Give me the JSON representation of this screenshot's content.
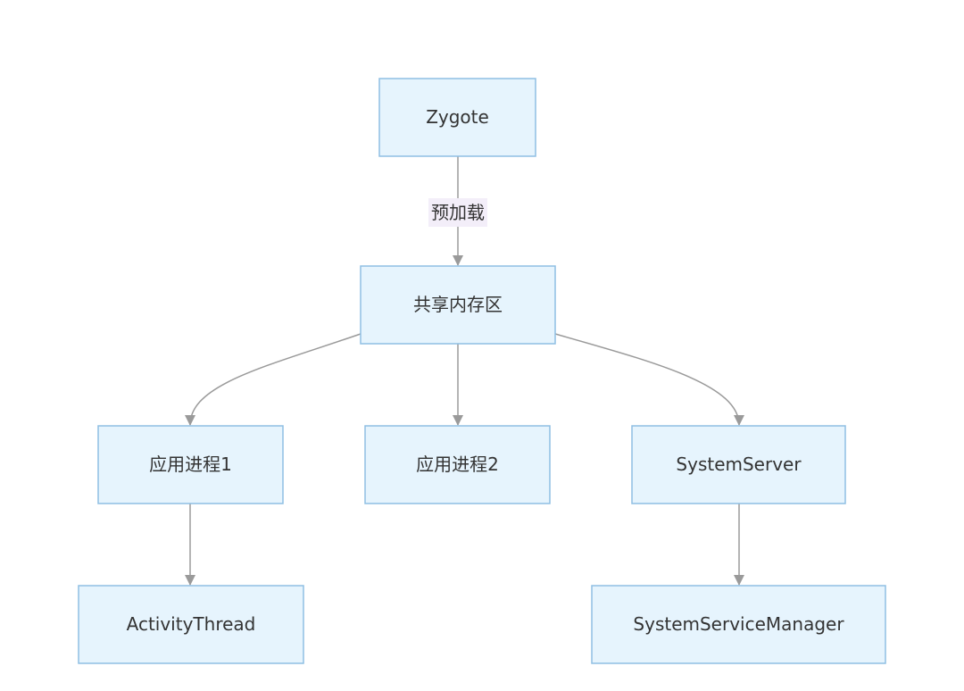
{
  "diagram": {
    "nodes": [
      {
        "id": "zygote",
        "label": "Zygote"
      },
      {
        "id": "shared-memory",
        "label": "共享内存区"
      },
      {
        "id": "app-process-1",
        "label": "应用进程1"
      },
      {
        "id": "app-process-2",
        "label": "应用进程2"
      },
      {
        "id": "system-server",
        "label": "SystemServer"
      },
      {
        "id": "activity-thread",
        "label": "ActivityThread"
      },
      {
        "id": "system-service-manager",
        "label": "SystemServiceManager"
      }
    ],
    "edges": [
      {
        "from": "zygote",
        "to": "shared-memory",
        "label": "预加载"
      },
      {
        "from": "shared-memory",
        "to": "app-process-1",
        "label": ""
      },
      {
        "from": "shared-memory",
        "to": "app-process-2",
        "label": ""
      },
      {
        "from": "shared-memory",
        "to": "system-server",
        "label": ""
      },
      {
        "from": "app-process-1",
        "to": "activity-thread",
        "label": ""
      },
      {
        "from": "system-server",
        "to": "system-service-manager",
        "label": ""
      }
    ],
    "colors": {
      "node_fill": "#e6f4fd",
      "node_stroke": "#8fbfe3",
      "edge": "#9a9a9a",
      "edge_label_bg": "#f3eef9",
      "text": "#333333"
    }
  }
}
